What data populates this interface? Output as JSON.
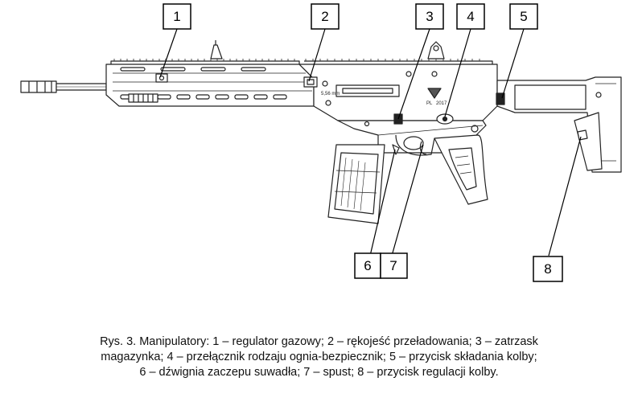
{
  "figure": {
    "callouts": [
      {
        "id": "callout-1",
        "number": "1"
      },
      {
        "id": "callout-2",
        "number": "2"
      },
      {
        "id": "callout-3",
        "number": "3"
      },
      {
        "id": "callout-4",
        "number": "4"
      },
      {
        "id": "callout-5",
        "number": "5"
      },
      {
        "id": "callout-6",
        "number": "6"
      },
      {
        "id": "callout-7",
        "number": "7"
      },
      {
        "id": "callout-8",
        "number": "8"
      }
    ],
    "engraving": {
      "caliber": "5,56 mm",
      "country": "PL",
      "year": "2017"
    }
  },
  "caption": {
    "line1": "Rys. 3. Manipulatory: 1 – regulator gazowy; 2 – rękojeść przeładowania; 3 – zatrzask",
    "line2": "magazynka; 4 – przełącznik rodzaju ognia-bezpiecznik; 5 – przycisk składania kolby;",
    "line3": "6 – dźwignia zaczepu suwadła; 7 – spust; 8 – przycisk regulacji kolby."
  }
}
